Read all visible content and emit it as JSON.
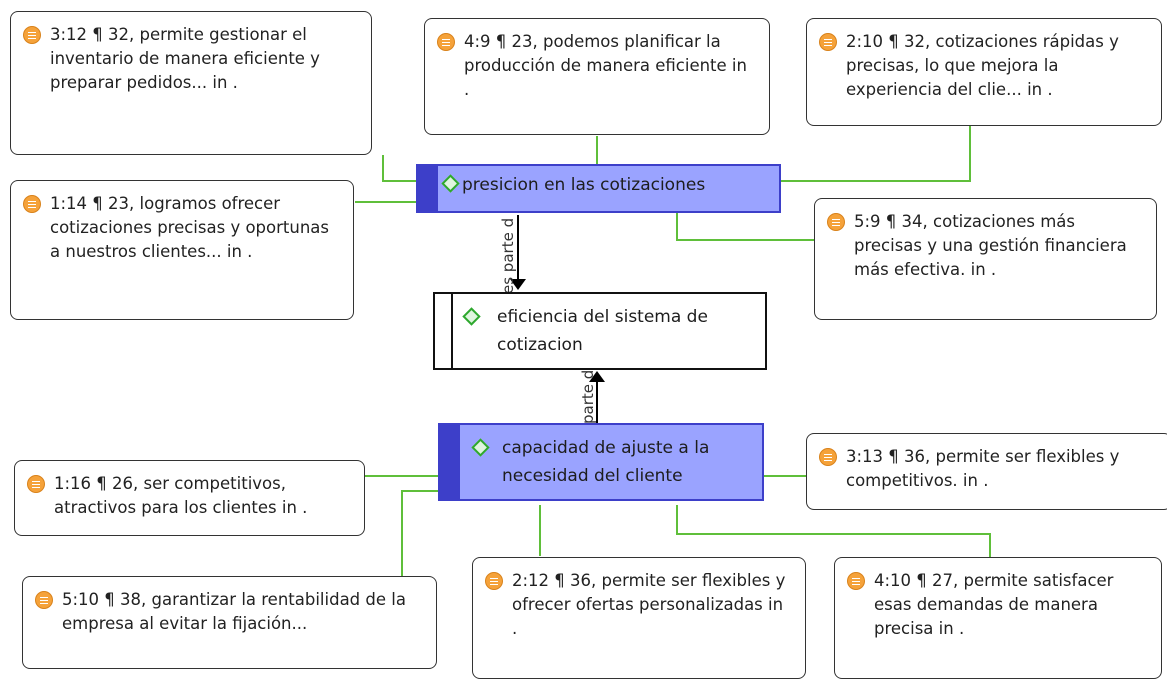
{
  "quotes": [
    {
      "id": "q3-12",
      "text": "3:12 ¶ 32, permite gestionar el inventario de manera eficiente y preparar pedidos... in ."
    },
    {
      "id": "q4-9",
      "text": "4:9 ¶ 23, podemos planificar la producción de manera eficiente in ."
    },
    {
      "id": "q2-10",
      "text": "2:10 ¶ 32, cotizaciones rápidas y precisas, lo que mejora la experiencia del clie... in ."
    },
    {
      "id": "q1-14",
      "text": "1:14 ¶ 23, logramos ofrecer cotizaciones precisas y oportunas a nuestros clientes... in ."
    },
    {
      "id": "q5-9",
      "text": "5:9 ¶ 34, cotizaciones más precisas y una gestión financiera más efectiva. in ."
    },
    {
      "id": "q1-16",
      "text": "1:16 ¶ 26, ser competitivos, atractivos para los clientes in ."
    },
    {
      "id": "q3-13",
      "text": "3:13 ¶ 36, permite ser flexibles y competitivos. in ."
    },
    {
      "id": "q5-10",
      "text": "5:10 ¶ 38, garantizar la rentabilidad de la empresa al evitar la fijación..."
    },
    {
      "id": "q2-12",
      "text": "2:12 ¶ 36, permite ser flexibles y ofrecer ofertas personalizadas in ."
    },
    {
      "id": "q4-10",
      "text": "4:10 ¶ 27, permite satisfacer esas demandas de manera precisa in ."
    }
  ],
  "codes": [
    {
      "id": "c-presicion",
      "label": "presicion en las cotizaciones"
    },
    {
      "id": "c-eficiencia",
      "label": "eficiencia del sistema de cotizacion"
    },
    {
      "id": "c-capacidad",
      "label": "capacidad de ajuste a la necesidad del cliente"
    }
  ],
  "relations": [
    {
      "id": "r1",
      "label": "es parte d"
    },
    {
      "id": "r2",
      "label": "parte d"
    }
  ],
  "colors": {
    "link": "#5fbf3a",
    "arrow": "#000000",
    "code_fill": "#9aa3ff",
    "code_bar": "#3d3fc9",
    "quote_icon": "#f5a23a"
  }
}
